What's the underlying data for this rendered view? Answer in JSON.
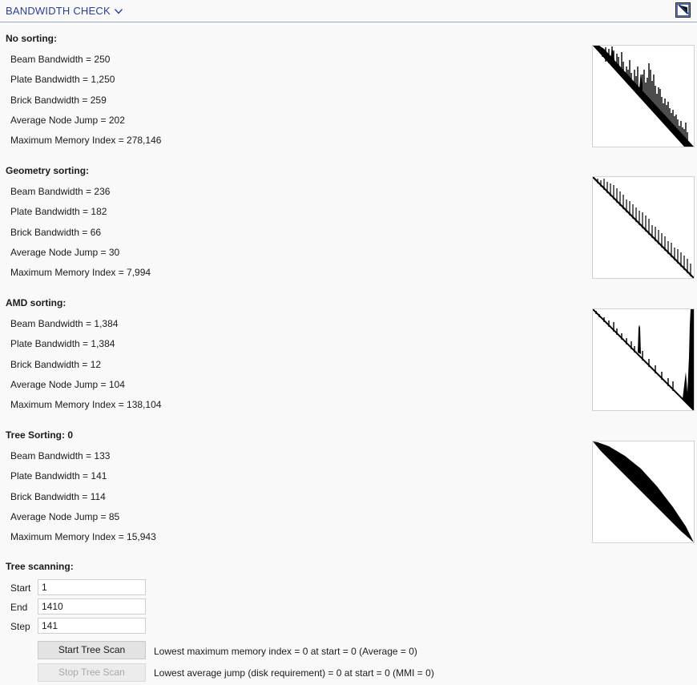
{
  "header": {
    "title": "BANDWIDTH CHECK"
  },
  "sections": [
    {
      "title": "No sorting:",
      "stats": [
        "Beam Bandwidth = 250",
        "Plate Bandwidth = 1,250",
        "Brick Bandwidth = 259",
        "Average Node Jump = 202",
        "Maximum Memory Index = 278,146"
      ]
    },
    {
      "title": "Geometry sorting:",
      "stats": [
        "Beam Bandwidth = 236",
        "Plate Bandwidth = 182",
        "Brick Bandwidth = 66",
        "Average Node Jump = 30",
        "Maximum Memory Index = 7,994"
      ]
    },
    {
      "title": "AMD sorting:",
      "stats": [
        "Beam Bandwidth = 1,384",
        "Plate Bandwidth = 1,384",
        "Brick Bandwidth = 12",
        "Average Node Jump = 104",
        "Maximum Memory Index = 138,104"
      ]
    },
    {
      "title": "Tree Sorting: 0",
      "stats": [
        "Beam Bandwidth = 133",
        "Plate Bandwidth = 141",
        "Brick Bandwidth = 114",
        "Average Node Jump = 85",
        "Maximum Memory Index = 15,943"
      ]
    }
  ],
  "tree_scan": {
    "title": "Tree scanning:",
    "start_label": "Start",
    "start_value": "1",
    "end_label": "End",
    "end_value": "1410",
    "step_label": "Step",
    "step_value": "141",
    "start_button": "Start Tree Scan",
    "stop_button": "Stop Tree Scan",
    "result_memory": "Lowest maximum memory index = 0 at start = 0 (Average = 0)",
    "result_jump": "Lowest average jump (disk requirement) = 0 at start = 0 (MMI = 0)"
  },
  "colors": {
    "header_text": "#2b3f8f",
    "header_rule": "#9aa8c4"
  }
}
